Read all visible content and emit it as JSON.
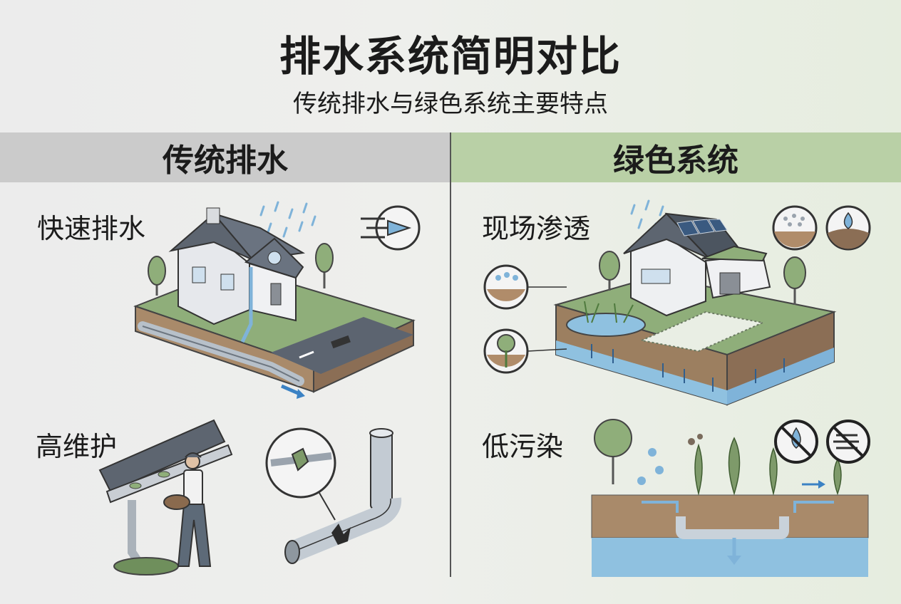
{
  "header": {
    "title": "排水系统简明对比",
    "subtitle": "传统排水与绿色系统主要特点"
  },
  "left": {
    "heading": "传统排水",
    "features": [
      "快速排水",
      "高维护"
    ]
  },
  "right": {
    "heading": "绿色系统",
    "features": [
      "现场渗透",
      "低污染"
    ]
  },
  "colors": {
    "traditional_band": "#cbcbcb",
    "green_band": "#b9d0a6",
    "water": "#7fb3d9",
    "grass": "#8fae7a",
    "soil": "#a98a6a"
  }
}
